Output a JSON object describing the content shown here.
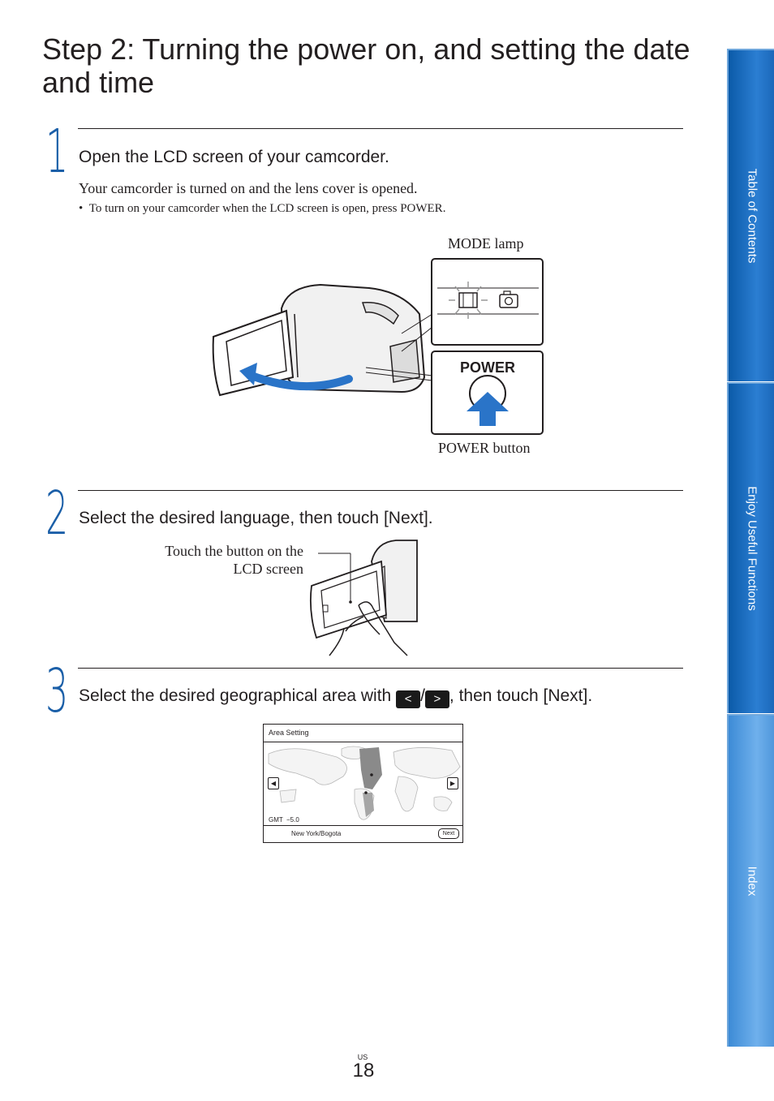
{
  "title": "Step 2: Turning the power on, and setting the date and time",
  "steps": [
    {
      "number": "1",
      "heading": "Open the LCD screen of your camcorder.",
      "text": "Your camcorder is turned on and the lens cover is opened.",
      "bullet": "To turn on your camcorder when the LCD screen is open, press POWER.",
      "labels": {
        "mode_lamp": "MODE lamp",
        "power_button": "POWER button",
        "power_text": "POWER"
      }
    },
    {
      "number": "2",
      "heading": "Select the desired language, then touch [Next].",
      "callout_line1": "Touch the button on the",
      "callout_line2": "LCD screen"
    },
    {
      "number": "3",
      "heading_before": "Select the desired geographical area with ",
      "heading_sep": "/",
      "heading_after": ", then touch [Next].",
      "screen": {
        "title": "Area Setting",
        "gmt_label": "GMT",
        "gmt_value": "−5.0",
        "city": "New York/Bogota",
        "next": "Next"
      }
    }
  ],
  "icons": {
    "left_arrow_glyph": "<",
    "right_arrow_glyph": ">"
  },
  "side_tabs": [
    "Table of Contents",
    "Enjoy Useful Functions",
    "Index"
  ],
  "page": {
    "region": "US",
    "number": "18"
  },
  "colors": {
    "accent": "#1b5fa8",
    "tab": "#1466b8"
  }
}
